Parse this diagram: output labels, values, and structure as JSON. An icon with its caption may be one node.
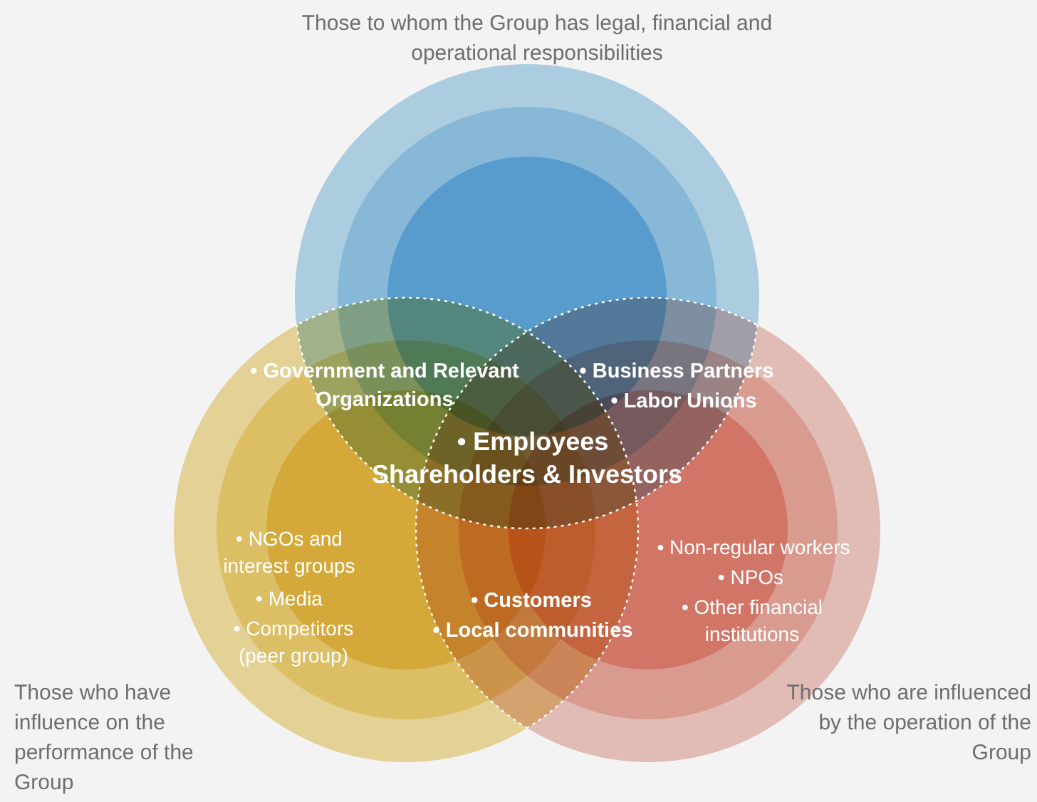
{
  "diagram": {
    "nodes": [
      {
        "text": [],
        "shape": "circle",
        "beside": [
          "Those to whom the Group has legal, financial and operational responsibilities"
        ]
      },
      {
        "text": [],
        "shape": "circle",
        "beside": [
          "Those who have influence on the performance of the Group"
        ]
      },
      {
        "text": [],
        "shape": "circle",
        "beside": [
          "Those who are influenced by the operation of the Group"
        ]
      }
    ],
    "edges": [],
    "labels": [
      "• Government and Relevant Organizations",
      "• Business Partners",
      "• Labor Unions",
      "• Employees",
      "Shareholders & Investors",
      "• NGOs and interest groups",
      "• Media",
      "• Competitors (peer group)",
      "• Non-regular workers",
      "• NPOs",
      "• Other financial institutions",
      "• Customers",
      "• Local communities"
    ]
  }
}
